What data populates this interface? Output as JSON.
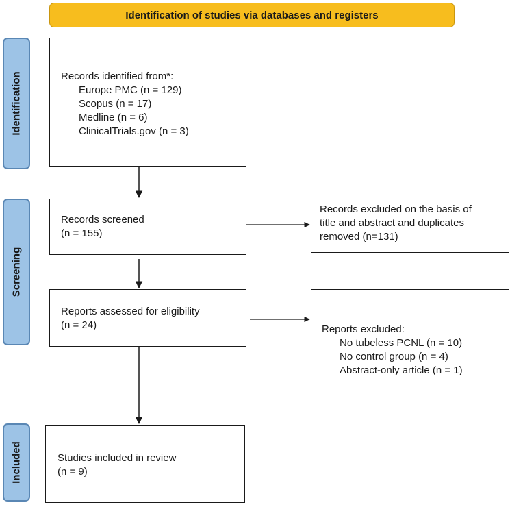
{
  "header": {
    "title": "Identification of studies via databases and registers"
  },
  "phases": {
    "identification": "Identification",
    "screening": "Screening",
    "included": "Included"
  },
  "identified": {
    "heading": "Records identified from*:",
    "sources": [
      "Europe PMC (n = 129)",
      "Scopus (n = 17)",
      "Medline (n = 6)",
      "ClinicalTrials.gov (n = 3)"
    ]
  },
  "screened": {
    "label": "Records screened",
    "count": "(n = 155)"
  },
  "excluded_records": {
    "lines": [
      "Records excluded on the basis of",
      "title and abstract and duplicates",
      "removed (n=131)"
    ]
  },
  "assessed": {
    "label": "Reports assessed for eligibility",
    "count": "(n = 24)"
  },
  "excluded_reports": {
    "heading": "Reports excluded:",
    "reasons": [
      "No tubeless PCNL (n = 10)",
      "No control group (n = 4)",
      "Abstract-only article (n = 1)"
    ]
  },
  "included": {
    "label": "Studies included in review",
    "count": "(n = 9)"
  },
  "colors": {
    "header_fill": "#f7bd1e",
    "phase_fill": "#9dc3e6",
    "phase_border": "#5a87b4",
    "line": "#1a1a1a"
  }
}
